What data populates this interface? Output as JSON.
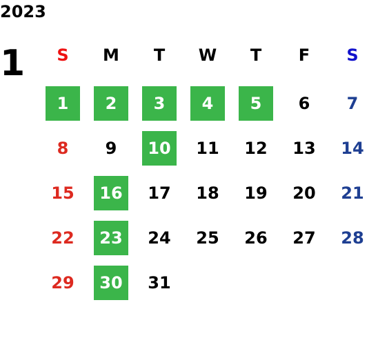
{
  "year": "2023",
  "month": "1",
  "weekdays": [
    "S",
    "M",
    "T",
    "W",
    "T",
    "F",
    "S"
  ],
  "colors": {
    "highlight": "#3bb54a",
    "sunday": "#dd2a20",
    "saturday": "#1e3f92",
    "sunday_header": "#ee1111",
    "saturday_header": "#1111cc"
  },
  "first_weekday": 0,
  "days_in_month": 31,
  "highlighted_days": [
    1,
    2,
    3,
    4,
    5,
    10,
    16,
    23,
    30
  ]
}
